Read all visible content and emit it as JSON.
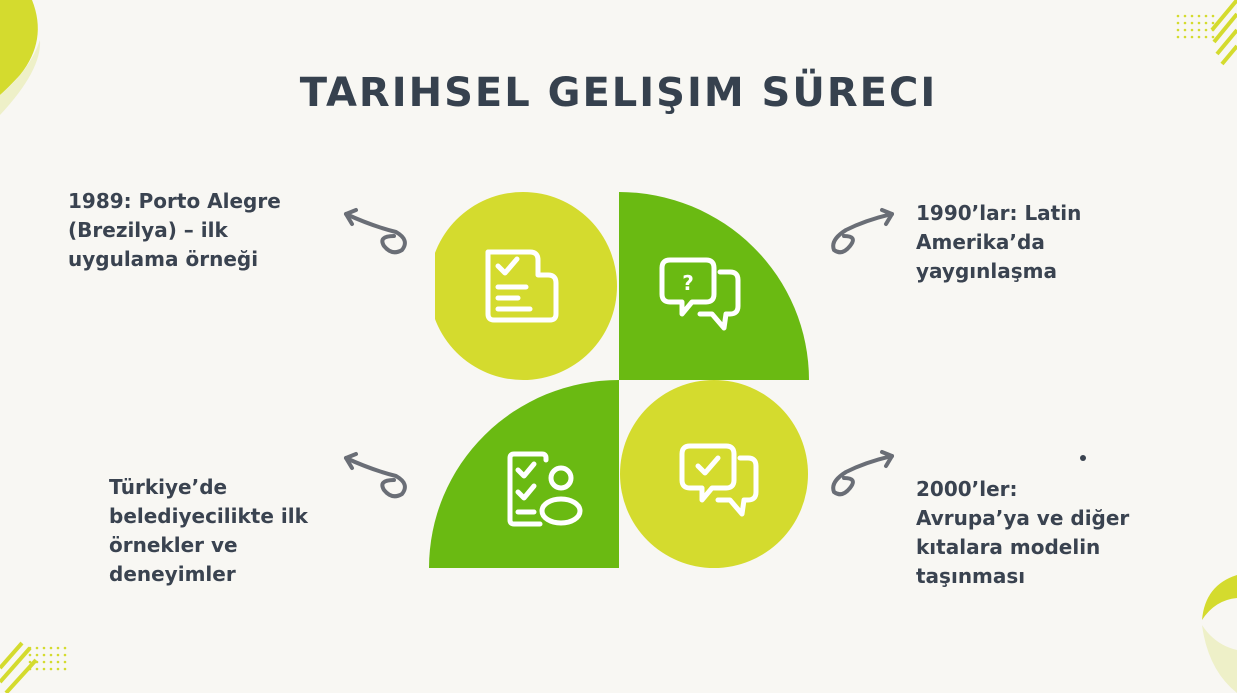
{
  "title": "TARIHSEL GELIŞIM SÜRECI",
  "items": [
    {
      "text": "1989: Porto Alegre (Brezilya) – ilk uygulama örneği",
      "icon": "document-check-icon"
    },
    {
      "text": "1990’lar: Latin Amerika’da yaygınlaşma",
      "icon": "question-chat-icon"
    },
    {
      "text": "Türkiye’de belediyecilikte ilk örnekler ve deneyimler",
      "icon": "user-checklist-icon"
    },
    {
      "text": "2000’ler: Avrupa’ya ve diğer kıtalara modelin taşınması",
      "icon": "check-chat-icon"
    }
  ],
  "colors": {
    "lime": "#d4db2e",
    "green": "#6aba12",
    "text": "#3a4350",
    "arrow": "#6a6e76"
  }
}
